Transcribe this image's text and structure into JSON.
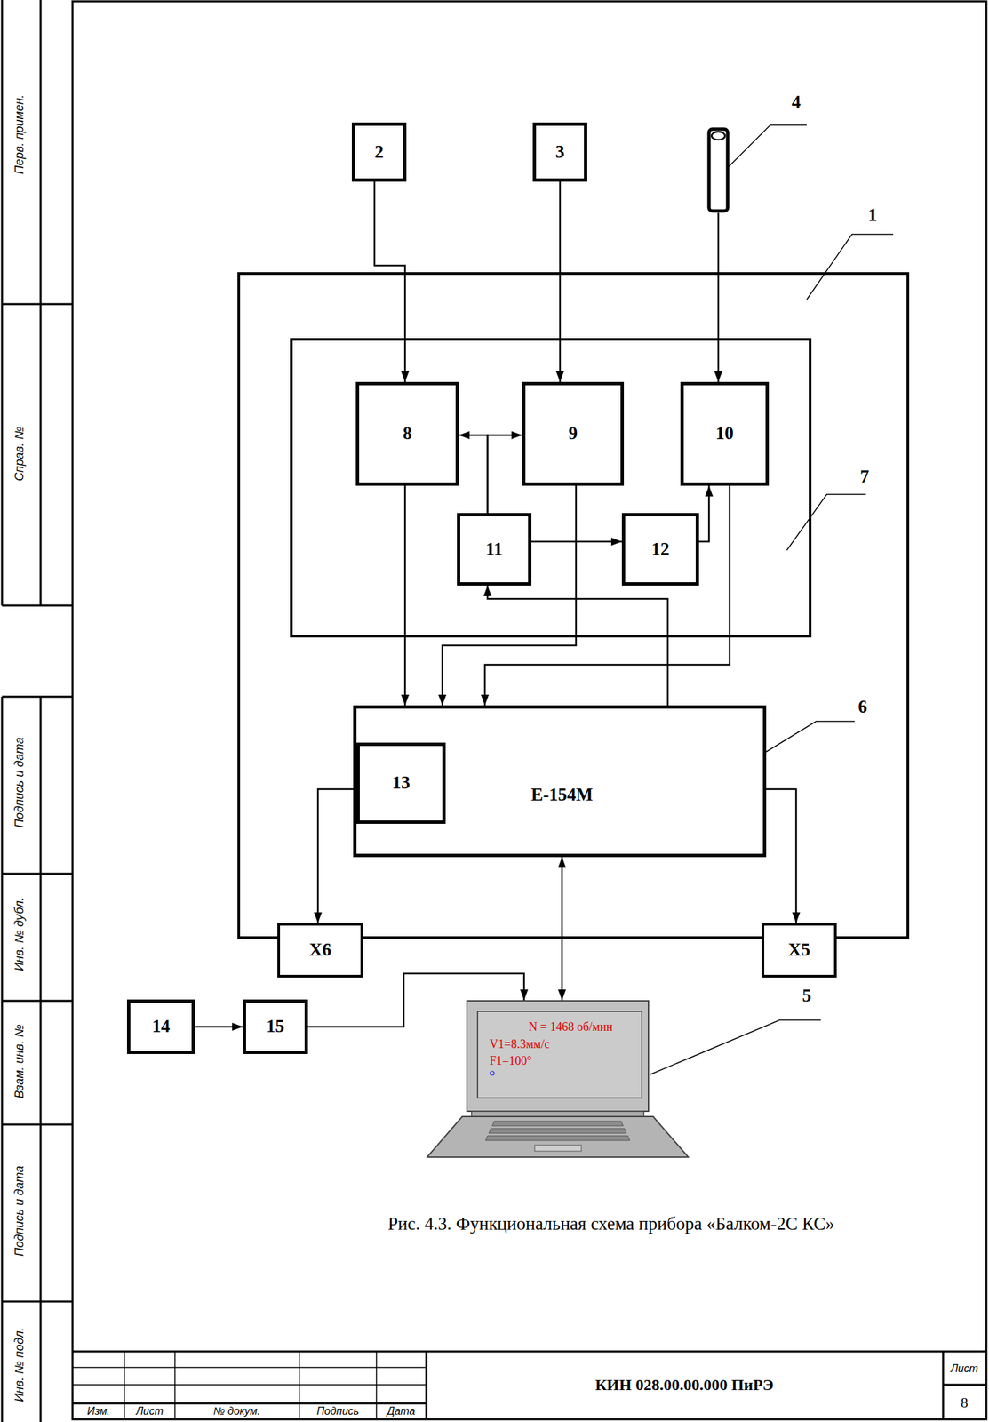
{
  "diagram": {
    "caption": "Рис. 4.3. Функциональная схема прибора «Балком-2С КС»",
    "nodes": [
      {
        "text": [
          "2"
        ]
      },
      {
        "text": [
          "3"
        ]
      },
      {
        "text": [
          "4"
        ]
      },
      {
        "text": [
          "1"
        ]
      },
      {
        "text": [
          "7"
        ],
        "in": 3
      },
      {
        "text": [
          "8"
        ],
        "in": 4
      },
      {
        "text": [
          "9"
        ],
        "in": 4
      },
      {
        "text": [
          "10"
        ],
        "in": 4
      },
      {
        "text": [
          "11"
        ],
        "in": 4
      },
      {
        "text": [
          "12"
        ],
        "in": 4
      },
      {
        "text": [
          "E-154M",
          "6"
        ],
        "in": 3
      },
      {
        "text": [
          "13"
        ],
        "in": 10
      },
      {
        "text": [
          "X6"
        ],
        "in": 3
      },
      {
        "text": [
          "X5"
        ],
        "in": 3
      },
      {
        "text": [
          "14"
        ]
      },
      {
        "text": [
          "15"
        ]
      },
      {
        "text": [
          "N = 1468 об/мин",
          "V1=8.3мм/с",
          "F1=100°",
          "5"
        ]
      }
    ],
    "edges": [
      {
        "from": 0,
        "to": 5,
        "arrow": "to"
      },
      {
        "from": 1,
        "to": 6,
        "arrow": "to"
      },
      {
        "from": 2,
        "to": 7,
        "arrow": "to"
      },
      {
        "from": 8,
        "to": 5,
        "arrow": "to"
      },
      {
        "from": 8,
        "to": 6,
        "arrow": "to"
      },
      {
        "from": 8,
        "to": 9,
        "arrow": "to"
      },
      {
        "from": 9,
        "to": 7,
        "arrow": "to"
      },
      {
        "from": 10,
        "to": 8,
        "arrow": "to"
      },
      {
        "from": 5,
        "to": 10,
        "arrow": "to"
      },
      {
        "from": 6,
        "to": 10,
        "arrow": "to"
      },
      {
        "from": 7,
        "to": 10,
        "arrow": "to"
      },
      {
        "from": 11,
        "to": 12,
        "arrow": "to"
      },
      {
        "from": 10,
        "to": 13,
        "arrow": "to"
      },
      {
        "from": 10,
        "to": 16,
        "arrow": "both"
      },
      {
        "from": 14,
        "to": 15,
        "arrow": "to"
      },
      {
        "from": 15,
        "to": 16,
        "arrow": "to"
      }
    ],
    "labels": [
      "Перв. примен.",
      "Справ. №",
      "Подпись и дата",
      "Инв. № дубл.",
      "Взам. инв. №",
      "Подпись и дата",
      "Инв. № подл.",
      "Изм.",
      "Лист",
      "№ докум.",
      "Подпись",
      "Дата",
      "КИН 028.00.00.000 ПиРЭ",
      "Лист",
      "8"
    ]
  }
}
